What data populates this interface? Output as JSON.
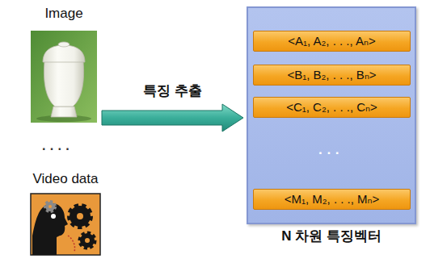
{
  "diagram": {
    "nodes": [
      {
        "text": [
          "Image"
        ]
      },
      {
        "text": [
          "Video data"
        ]
      },
      {
        "text": [
          "N 차원 특징벡터"
        ]
      },
      {
        "text": [
          "<A₁, A₂, . . ., Aₙ>"
        ],
        "in": 2
      },
      {
        "text": [
          "<B₁, B₂, . . ., Bₙ>"
        ],
        "in": 2
      },
      {
        "text": [
          "<C₁, C₂, . . ., Cₙ>"
        ],
        "in": 2
      },
      {
        "text": [
          "<M₁, M₂, . . ., Mₙ>"
        ],
        "in": 2
      }
    ],
    "edges": [
      {
        "from": 0,
        "to": 2,
        "arrow": "to",
        "label": "특징 추출"
      }
    ],
    "labels": [
      "· · · ·",
      "· · ·"
    ]
  }
}
